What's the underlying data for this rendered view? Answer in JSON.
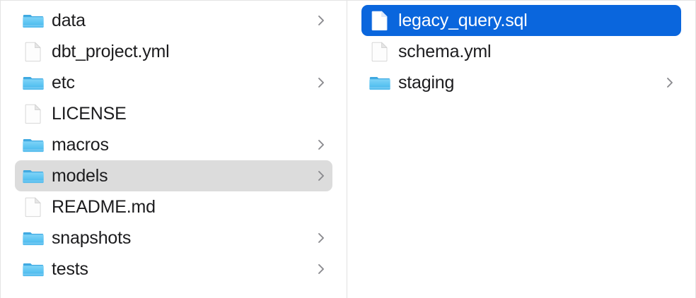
{
  "view": {
    "kind": "finder-column-view",
    "background_color": "#ffffff",
    "divider_color": "#e0e0e0",
    "text_color": "#1c1c1e",
    "selection_active_color": "#0a66dd",
    "selection_inactive_color": "#dcdcdc",
    "selected_text_color": "#ffffff",
    "chevron_color": "#8a8a8e",
    "folder_icon_color": "#5ac8f5",
    "file_icon_color": "#ffffff"
  },
  "columns": [
    {
      "name": "parent-column",
      "items": [
        {
          "label": "data",
          "icon": "folder-icon",
          "type": "folder",
          "chevron": true,
          "selected": "none"
        },
        {
          "label": "dbt_project.yml",
          "icon": "document-icon",
          "type": "file",
          "chevron": false,
          "selected": "none"
        },
        {
          "label": "etc",
          "icon": "folder-icon",
          "type": "folder",
          "chevron": true,
          "selected": "none"
        },
        {
          "label": "LICENSE",
          "icon": "document-icon",
          "type": "file",
          "chevron": false,
          "selected": "none"
        },
        {
          "label": "macros",
          "icon": "folder-icon",
          "type": "folder",
          "chevron": true,
          "selected": "none"
        },
        {
          "label": "models",
          "icon": "folder-icon",
          "type": "folder",
          "chevron": true,
          "selected": "inactive"
        },
        {
          "label": "README.md",
          "icon": "document-icon",
          "type": "file",
          "chevron": false,
          "selected": "none"
        },
        {
          "label": "snapshots",
          "icon": "folder-icon",
          "type": "folder",
          "chevron": true,
          "selected": "none"
        },
        {
          "label": "tests",
          "icon": "folder-icon",
          "type": "folder",
          "chevron": true,
          "selected": "none"
        }
      ]
    },
    {
      "name": "child-column",
      "items": [
        {
          "label": "legacy_query.sql",
          "icon": "document-icon",
          "type": "file",
          "chevron": false,
          "selected": "active"
        },
        {
          "label": "schema.yml",
          "icon": "document-icon",
          "type": "file",
          "chevron": false,
          "selected": "none"
        },
        {
          "label": "staging",
          "icon": "folder-icon",
          "type": "folder",
          "chevron": true,
          "selected": "none"
        }
      ]
    }
  ]
}
